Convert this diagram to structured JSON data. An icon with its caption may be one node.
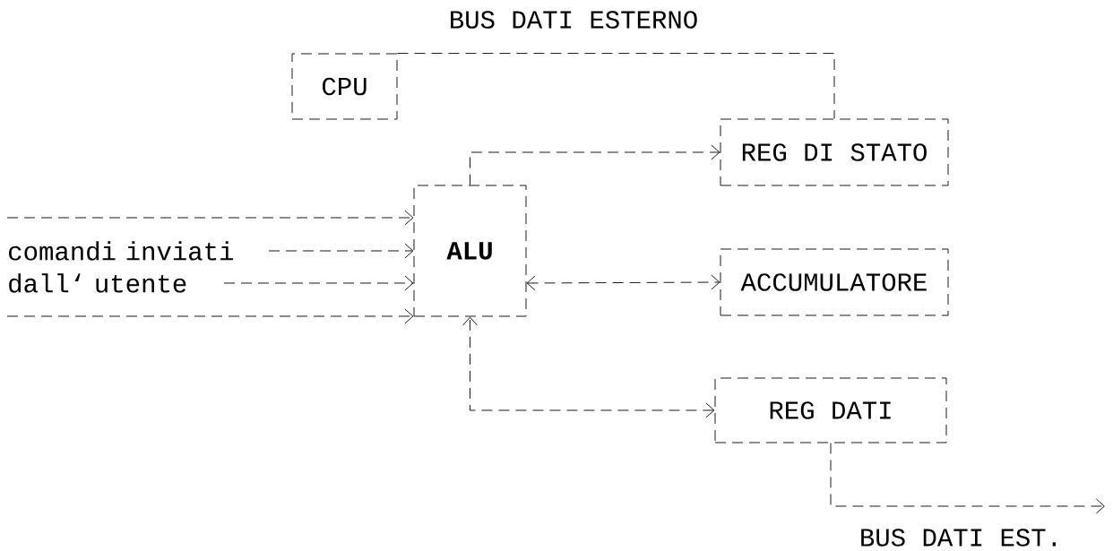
{
  "diagram": {
    "nodes": [
      {
        "text": [
          "CPU"
        ]
      },
      {
        "text": [
          "REG DI STATO"
        ]
      },
      {
        "text": [
          "ALU"
        ]
      },
      {
        "text": [
          "comandi inviati dall‘ utente"
        ]
      },
      {
        "text": [
          "ACCUMULATORE"
        ]
      },
      {
        "text": [
          "REG DATI"
        ]
      }
    ],
    "edges": [
      {
        "from": 0,
        "to": 1,
        "arrow": "none",
        "label": "BUS DATI ESTERNO"
      },
      {
        "from": 2,
        "to": 1,
        "arrow": "to"
      },
      {
        "from": 3,
        "to": 2,
        "arrow": "to"
      },
      {
        "from": 3,
        "to": 2,
        "arrow": "to"
      },
      {
        "from": 3,
        "to": 2,
        "arrow": "to"
      },
      {
        "from": 3,
        "to": 2,
        "arrow": "to"
      },
      {
        "from": 2,
        "to": 4,
        "arrow": "both"
      },
      {
        "from": 5,
        "to": 2,
        "arrow": "both"
      },
      {
        "from": 5,
        "to": null,
        "arrow": "to",
        "label": "BUS DATI EST."
      }
    ]
  }
}
